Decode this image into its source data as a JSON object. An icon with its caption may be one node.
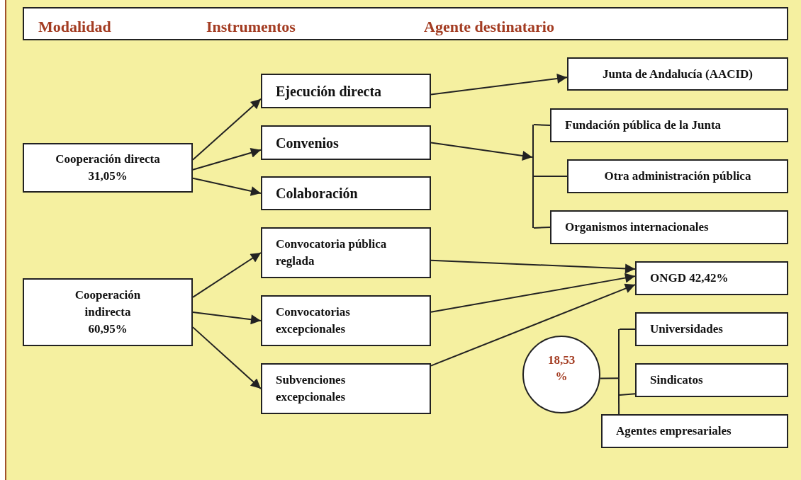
{
  "diagram": {
    "nodes": [
      {
        "text": [
          "Modalidad",
          "Instrumentos",
          "Agente destinatario"
        ]
      },
      {
        "text": [
          "Cooperación directa 31,05%"
        ]
      },
      {
        "text": [
          "Cooperación indirecta 60,95%"
        ]
      },
      {
        "text": [
          "Ejecución directa"
        ]
      },
      {
        "text": [
          "Convenios"
        ]
      },
      {
        "text": [
          "Colaboración"
        ]
      },
      {
        "text": [
          "Convocatoria pública reglada"
        ]
      },
      {
        "text": [
          "Convocatorias excepcionales"
        ]
      },
      {
        "text": [
          "Subvenciones excepcionales"
        ]
      },
      {
        "text": [
          "Junta de Andalucía (AACID)"
        ]
      },
      {
        "text": [
          "Fundación pública de la Junta"
        ]
      },
      {
        "text": [
          "Otra administración pública"
        ]
      },
      {
        "text": [
          "Organismos internacionales"
        ]
      },
      {
        "text": [
          "ONGD 42,42%"
        ]
      },
      {
        "text": [
          "18,53 %"
        ]
      },
      {
        "text": [
          "Universidades"
        ]
      },
      {
        "text": [
          "Sindicatos"
        ]
      },
      {
        "text": [
          "Agentes empresariales"
        ]
      },
      {
        "text": [],
        "shape": "bar"
      },
      {
        "text": [],
        "shape": "bar"
      }
    ],
    "edges": [
      {
        "from": 1,
        "to": 3,
        "arrow": "to"
      },
      {
        "from": 1,
        "to": 4,
        "arrow": "to"
      },
      {
        "from": 1,
        "to": 5,
        "arrow": "to"
      },
      {
        "from": 2,
        "to": 6,
        "arrow": "to"
      },
      {
        "from": 2,
        "to": 7,
        "arrow": "to"
      },
      {
        "from": 2,
        "to": 8,
        "arrow": "to"
      },
      {
        "from": 3,
        "to": 9,
        "arrow": "to"
      },
      {
        "from": 4,
        "to": 18,
        "arrow": "to"
      },
      {
        "from": 18,
        "to": 10,
        "arrow": "none"
      },
      {
        "from": 18,
        "to": 11,
        "arrow": "none"
      },
      {
        "from": 18,
        "to": 12,
        "arrow": "none"
      },
      {
        "from": 6,
        "to": 13,
        "arrow": "to"
      },
      {
        "from": 7,
        "to": 13,
        "arrow": "to"
      },
      {
        "from": 8,
        "to": 13,
        "arrow": "to"
      },
      {
        "from": 14,
        "to": 19,
        "arrow": "none"
      },
      {
        "from": 19,
        "to": 15,
        "arrow": "none"
      },
      {
        "from": 19,
        "to": 16,
        "arrow": "none"
      },
      {
        "from": 19,
        "to": 17,
        "arrow": "none"
      }
    ]
  }
}
